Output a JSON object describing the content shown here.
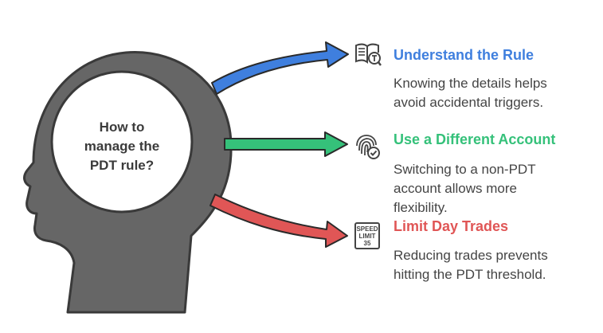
{
  "center": {
    "lines": [
      "How to",
      "manage the",
      "PDT rule?"
    ]
  },
  "colors": {
    "head_fill": "#666666",
    "head_stroke": "#3a3a3a",
    "circle_fill": "#ffffff",
    "arrow_1": "#3f7fde",
    "arrow_2": "#35c17a",
    "arrow_3": "#e05656",
    "icon": "#444444"
  },
  "items": [
    {
      "title": "Understand the Rule",
      "title_color": "#3f7fde",
      "icon": "book-magnifier-icon",
      "description": [
        "Knowing the details helps",
        "avoid accidental triggers."
      ]
    },
    {
      "title": "Use a Different Account",
      "title_color": "#35c17a",
      "icon": "fingerprint-check-icon",
      "description": [
        "Switching to a non-PDT",
        "account allows more",
        "flexibility."
      ]
    },
    {
      "title": "Limit Day Trades",
      "title_color": "#e05656",
      "icon": "speed-limit-sign-icon",
      "icon_text": [
        "SPEED",
        "LIMIT",
        "35"
      ],
      "description": [
        "Reducing trades prevents",
        "hitting the PDT threshold."
      ]
    }
  ]
}
